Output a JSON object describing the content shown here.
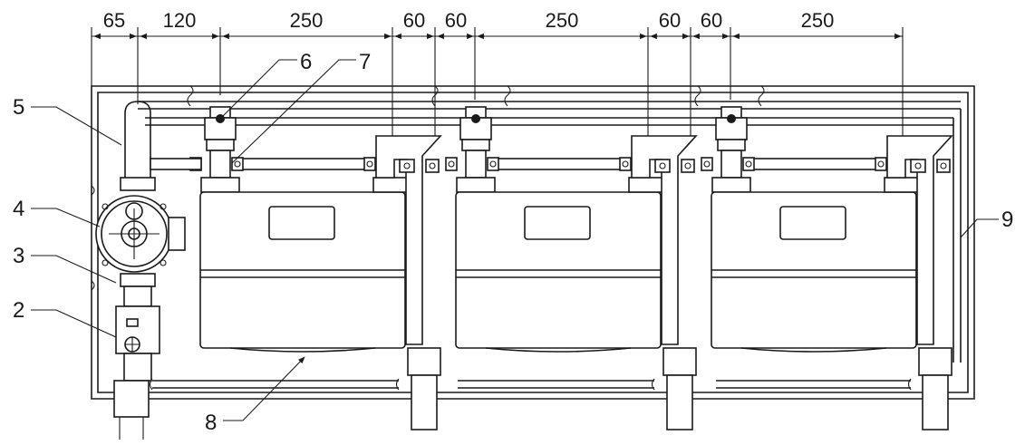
{
  "dimensions": [
    "65",
    "120",
    "250",
    "60",
    "60",
    "250",
    "60",
    "60",
    "250"
  ],
  "callouts": {
    "c2": "2",
    "c3": "3",
    "c4": "4",
    "c5": "5",
    "c6": "6",
    "c7": "7",
    "c8": "8",
    "c9": "9"
  }
}
